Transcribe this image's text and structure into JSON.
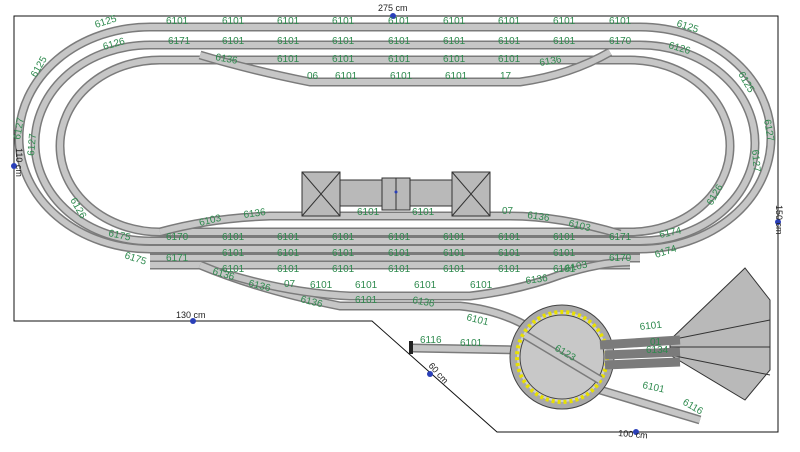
{
  "colors": {
    "background": "#ffffff",
    "board_outline": "#111111",
    "track_outer": "#7b7b7b",
    "track_inner": "#c6c6c6",
    "part_label": "#2e8a4e",
    "dimension_marker": "#2a3fb8",
    "turntable_rim": "#e8e000",
    "building": "#b9b9b9"
  },
  "dimensions": {
    "top": "275 cm",
    "left": "110 cm",
    "right": "150 cm",
    "bottom_left": "130 cm",
    "diagonal": "60 cm",
    "bottom_right": "100 cm"
  },
  "parts": {
    "straight": "6101",
    "curve_outer": "6125",
    "curve_inner": "6127",
    "curve_wide": "6126",
    "switch_left": "6170",
    "switch_right": "6171",
    "curve_small": "6103",
    "curve_mid": "6136",
    "curve_r1": "6174",
    "curve_r2": "6175",
    "bumper": "6116",
    "misc": "6134",
    "num_07": "07",
    "num_06": "06",
    "num_01": "01",
    "num_17": "17",
    "num_6123": "6123"
  }
}
